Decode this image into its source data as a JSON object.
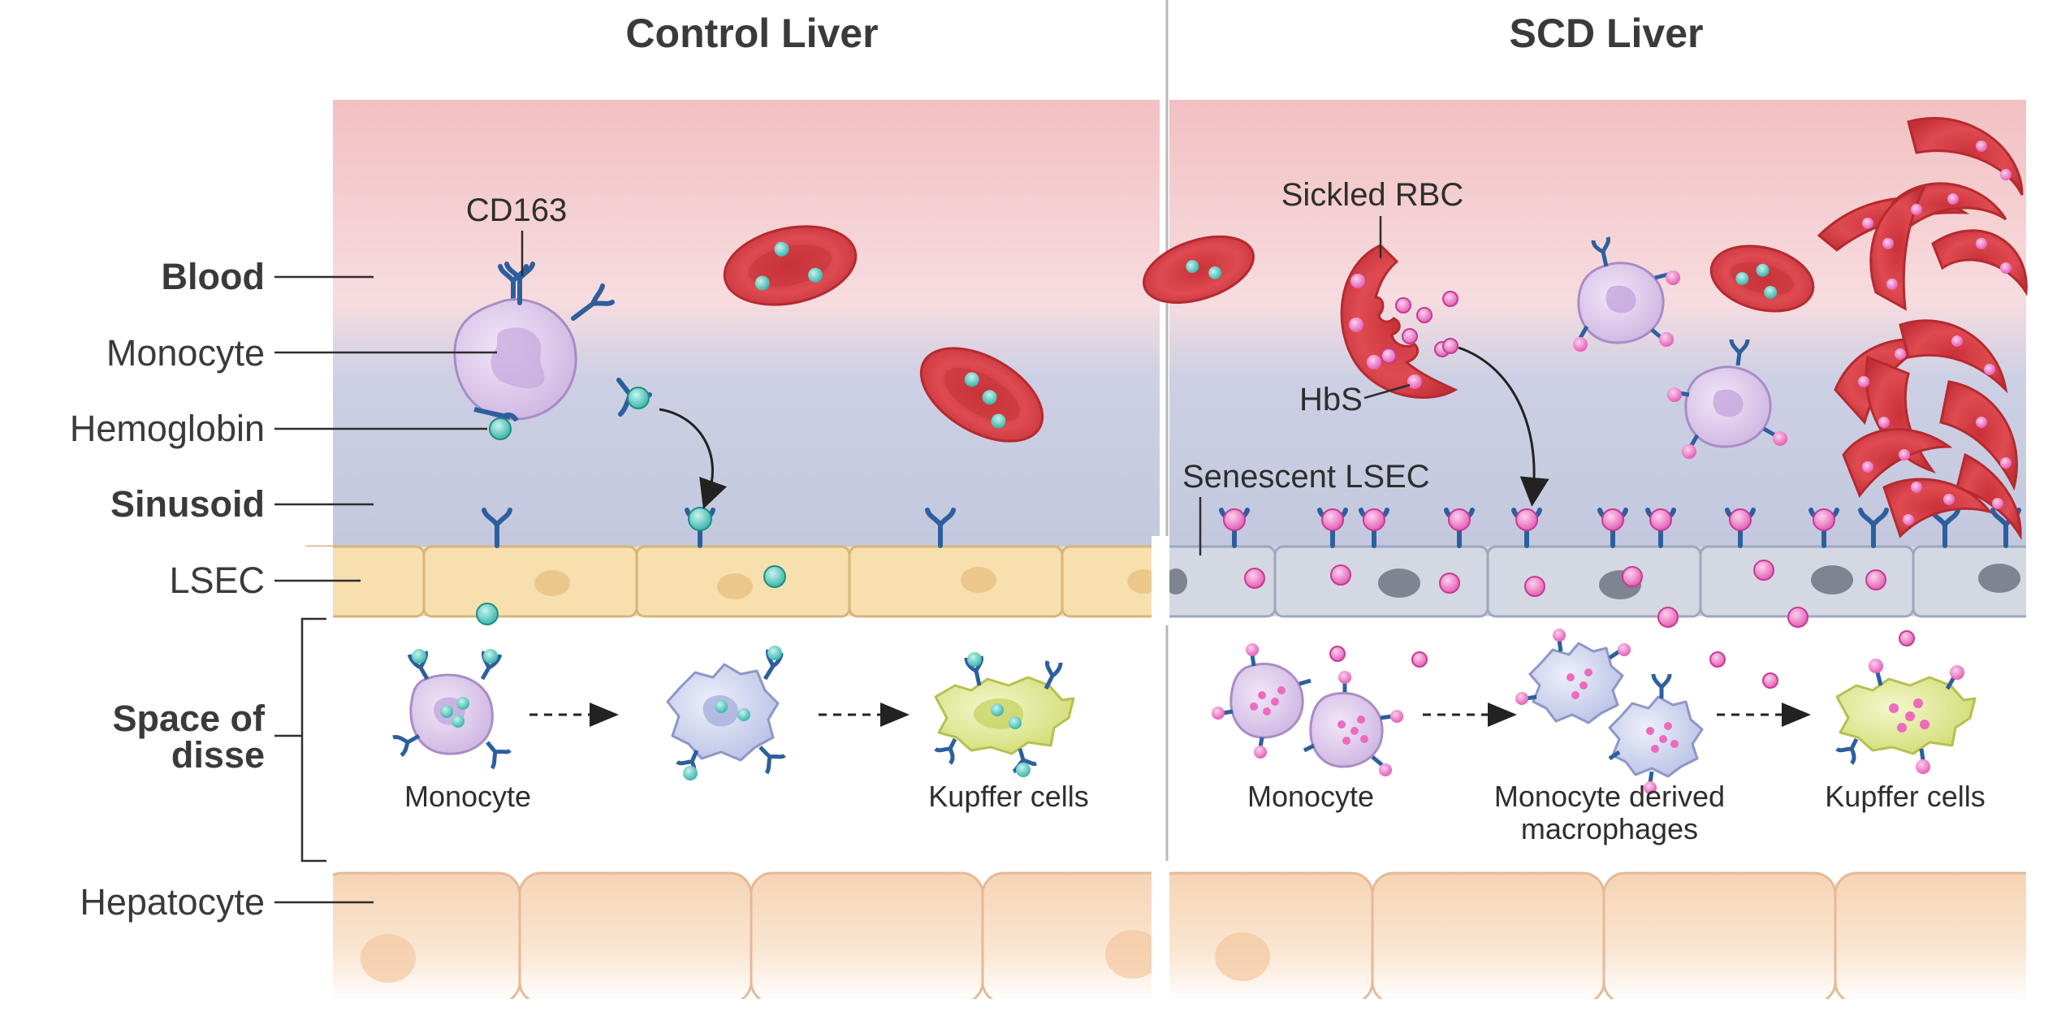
{
  "panels": {
    "control": {
      "title": "Control Liver"
    },
    "scd": {
      "title": "SCD Liver"
    }
  },
  "side_labels": {
    "blood": "Blood",
    "monocyte": "Monocyte",
    "hemoglobin": "Hemoglobin",
    "sinusoid": "Sinusoid",
    "lsec": "LSEC",
    "space_of_disse_1": "Space of",
    "space_of_disse_2": "disse",
    "hepatocyte": "Hepatocyte"
  },
  "control_annotations": {
    "cd163": "CD163",
    "monocyte": "Monocyte",
    "kupffer": "Kupffer cells"
  },
  "scd_annotations": {
    "sickled_rbc": "Sickled RBC",
    "hbs": "HbS",
    "senescent_lsec": "Senescent LSEC",
    "monocyte": "Monocyte",
    "mdm_1": "Monocyte derived",
    "mdm_2": "macrophages",
    "kupffer": "Kupffer cells"
  },
  "colors": {
    "blood_top": "#f2c2c4",
    "sinusoid": "#c6cadf",
    "lsec_control": "#f7dfae",
    "lsec_scd": "#d3d8e3",
    "hepatocyte": "#f6d7b8",
    "rbc": "#d9444a",
    "hemoglobin": "#3fc0b4",
    "hbs": "#ec6bbd",
    "receptor": "#2d5f9e",
    "monocyte": "#e2cdee",
    "macrophage": "#cdd3ee",
    "kupffer": "#dfe79a"
  }
}
